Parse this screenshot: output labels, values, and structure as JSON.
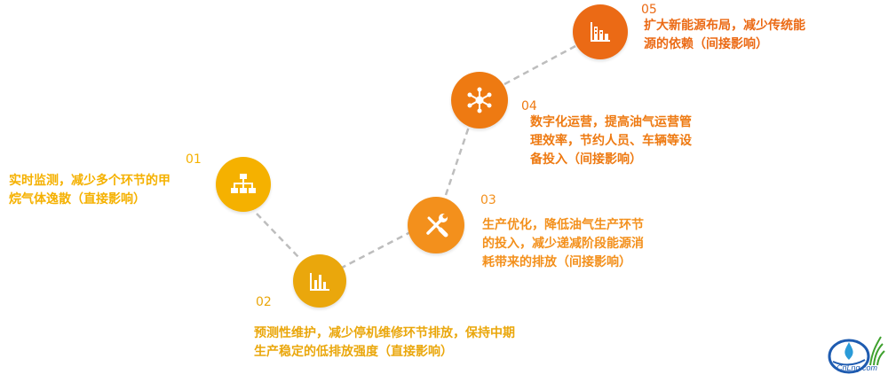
{
  "colors": {
    "yellow": "#F5B100",
    "gold": "#EAA70C",
    "orange_mid": "#F3901C",
    "orange": "#EE7A12",
    "orange_deep": "#EB6A15",
    "connector": "#BDBDBD"
  },
  "steps": [
    {
      "num": "01",
      "icon": "org-chart-icon",
      "lines": [
        "实时监测，减少多个环节的甲",
        "烷气体逸散（直接影响）"
      ]
    },
    {
      "num": "02",
      "icon": "bar-chart-icon",
      "lines": [
        "预测性维护，减少停机维修环节排放，保持中期",
        "生产稳定的低排放强度（直接影响）"
      ]
    },
    {
      "num": "03",
      "icon": "tools-icon",
      "lines": [
        "生产优化，降低油气生产环节",
        "的投入，减少递减阶段能源消",
        "耗带来的排放（间接影响）"
      ]
    },
    {
      "num": "04",
      "icon": "network-icon",
      "lines": [
        "数字化运营，提高油气运营管",
        "理效率，节约人员、车辆等设",
        "备投入（间接影响）"
      ]
    },
    {
      "num": "05",
      "icon": "building-chart-icon",
      "lines": [
        "扩大新能源布局，减少传统能",
        "源的依赖（间接影响）"
      ]
    }
  ],
  "logo": {
    "text": "CnLng.com"
  }
}
